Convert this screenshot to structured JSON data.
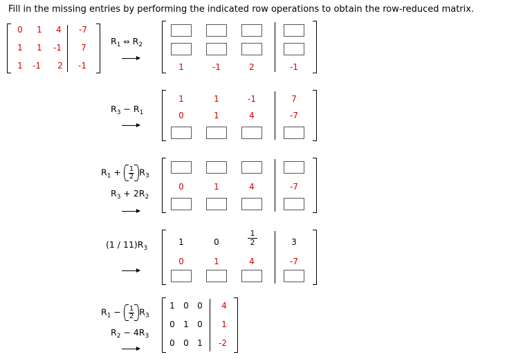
{
  "instruction": "Fill in the missing entries by performing the indicated row operations to obtain the row-reduced matrix.",
  "initial_matrix": {
    "rows": [
      [
        "0",
        "1",
        "4",
        "-7"
      ],
      [
        "1",
        "1",
        "-1",
        "7"
      ],
      [
        "1",
        "-1",
        "2",
        "-1"
      ]
    ]
  },
  "step1": {
    "op_left": "R",
    "op_left_sub": "1",
    "op_swap": "⇔",
    "op_right": "R",
    "op_right_sub": "2",
    "row3": [
      "1",
      "-1",
      "2",
      "-1"
    ]
  },
  "step2": {
    "op": "R",
    "op_sub": "3",
    "op_minus": "−",
    "op_r": "R",
    "op_r_sub": "1",
    "row1": [
      "1",
      "1",
      "-1",
      "7"
    ],
    "row2": [
      "0",
      "1",
      "4",
      "-7"
    ]
  },
  "step3": {
    "op1_a": "R",
    "op1_a_sub": "1",
    "op1_plus": "+",
    "op1_num": "1",
    "op1_den": "2",
    "op1_b": "R",
    "op1_b_sub": "3",
    "op2_a": "R",
    "op2_a_sub": "3",
    "op2_plus": "+ 2R",
    "op2_b_sub": "2",
    "row2": [
      "0",
      "1",
      "4",
      "-7"
    ]
  },
  "step4": {
    "op": "(1 / 11)R",
    "op_sub": "3",
    "row1": [
      "1",
      "0",
      "",
      "3"
    ],
    "row1_frac_num": "1",
    "row1_frac_den": "2",
    "row2": [
      "0",
      "1",
      "4",
      "-7"
    ]
  },
  "step5": {
    "op1_a": "R",
    "op1_a_sub": "1",
    "op1_minus": "−",
    "op1_num": "1",
    "op1_den": "2",
    "op1_b": "R",
    "op1_b_sub": "3",
    "op2_a": "R",
    "op2_a_sub": "2",
    "op2_minus": "− 4R",
    "op2_b_sub": "3",
    "rows": [
      [
        "1",
        "0",
        "0",
        "4"
      ],
      [
        "0",
        "1",
        "0",
        "1"
      ],
      [
        "0",
        "0",
        "1",
        "-2"
      ]
    ]
  },
  "colors": {
    "red": "#d40000",
    "black": "#000000"
  }
}
